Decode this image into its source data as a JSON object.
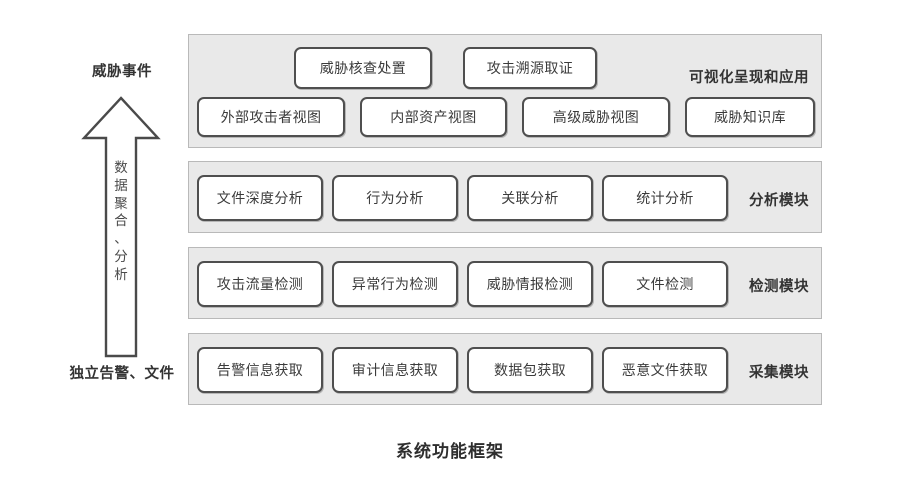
{
  "caption": "系统功能框架",
  "left_axis": {
    "top_label": "威胁事件",
    "bottom_label": "独立告警、文件",
    "arrow_text_chars": [
      "数",
      "据",
      "聚",
      "合",
      "、",
      "分",
      "析"
    ],
    "arrow_text": "数据聚合、分析",
    "arrow_direction": "up"
  },
  "colors": {
    "panel_fill": "#e9e9e9",
    "panel_border": "#b9b9b9",
    "node_fill": "#ffffff",
    "node_border": "#4f4f4f",
    "text": "#3b3b3b",
    "label_text": "#333333",
    "page_background": "#ffffff"
  },
  "layers": [
    {
      "id": "visual",
      "group_label": "可视化呈现和应用",
      "top_nodes": [
        {
          "label": "威胁核查处置"
        },
        {
          "label": "攻击溯源取证"
        }
      ],
      "nodes": [
        {
          "label": "外部攻击者视图"
        },
        {
          "label": "内部资产视图"
        },
        {
          "label": "高级威胁视图"
        },
        {
          "label": "威胁知识库"
        }
      ]
    },
    {
      "id": "analysis",
      "group_label": "分析模块",
      "nodes": [
        {
          "label": "文件深度分析"
        },
        {
          "label": "行为分析"
        },
        {
          "label": "关联分析"
        },
        {
          "label": "统计分析"
        }
      ]
    },
    {
      "id": "detect",
      "group_label": "检测模块",
      "nodes": [
        {
          "label": "攻击流量检测"
        },
        {
          "label": "异常行为检测"
        },
        {
          "label": "威胁情报检测"
        },
        {
          "label": "文件检测"
        }
      ]
    },
    {
      "id": "collect",
      "group_label": "采集模块",
      "nodes": [
        {
          "label": "告警信息获取"
        },
        {
          "label": "审计信息获取"
        },
        {
          "label": "数据包获取"
        },
        {
          "label": "恶意文件获取"
        }
      ]
    }
  ]
}
